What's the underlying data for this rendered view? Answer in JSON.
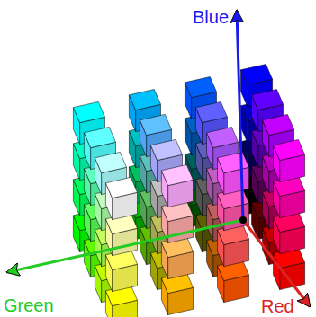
{
  "diagram": {
    "labels": [
      "Blue",
      "Green",
      "Red"
    ]
  }
}
